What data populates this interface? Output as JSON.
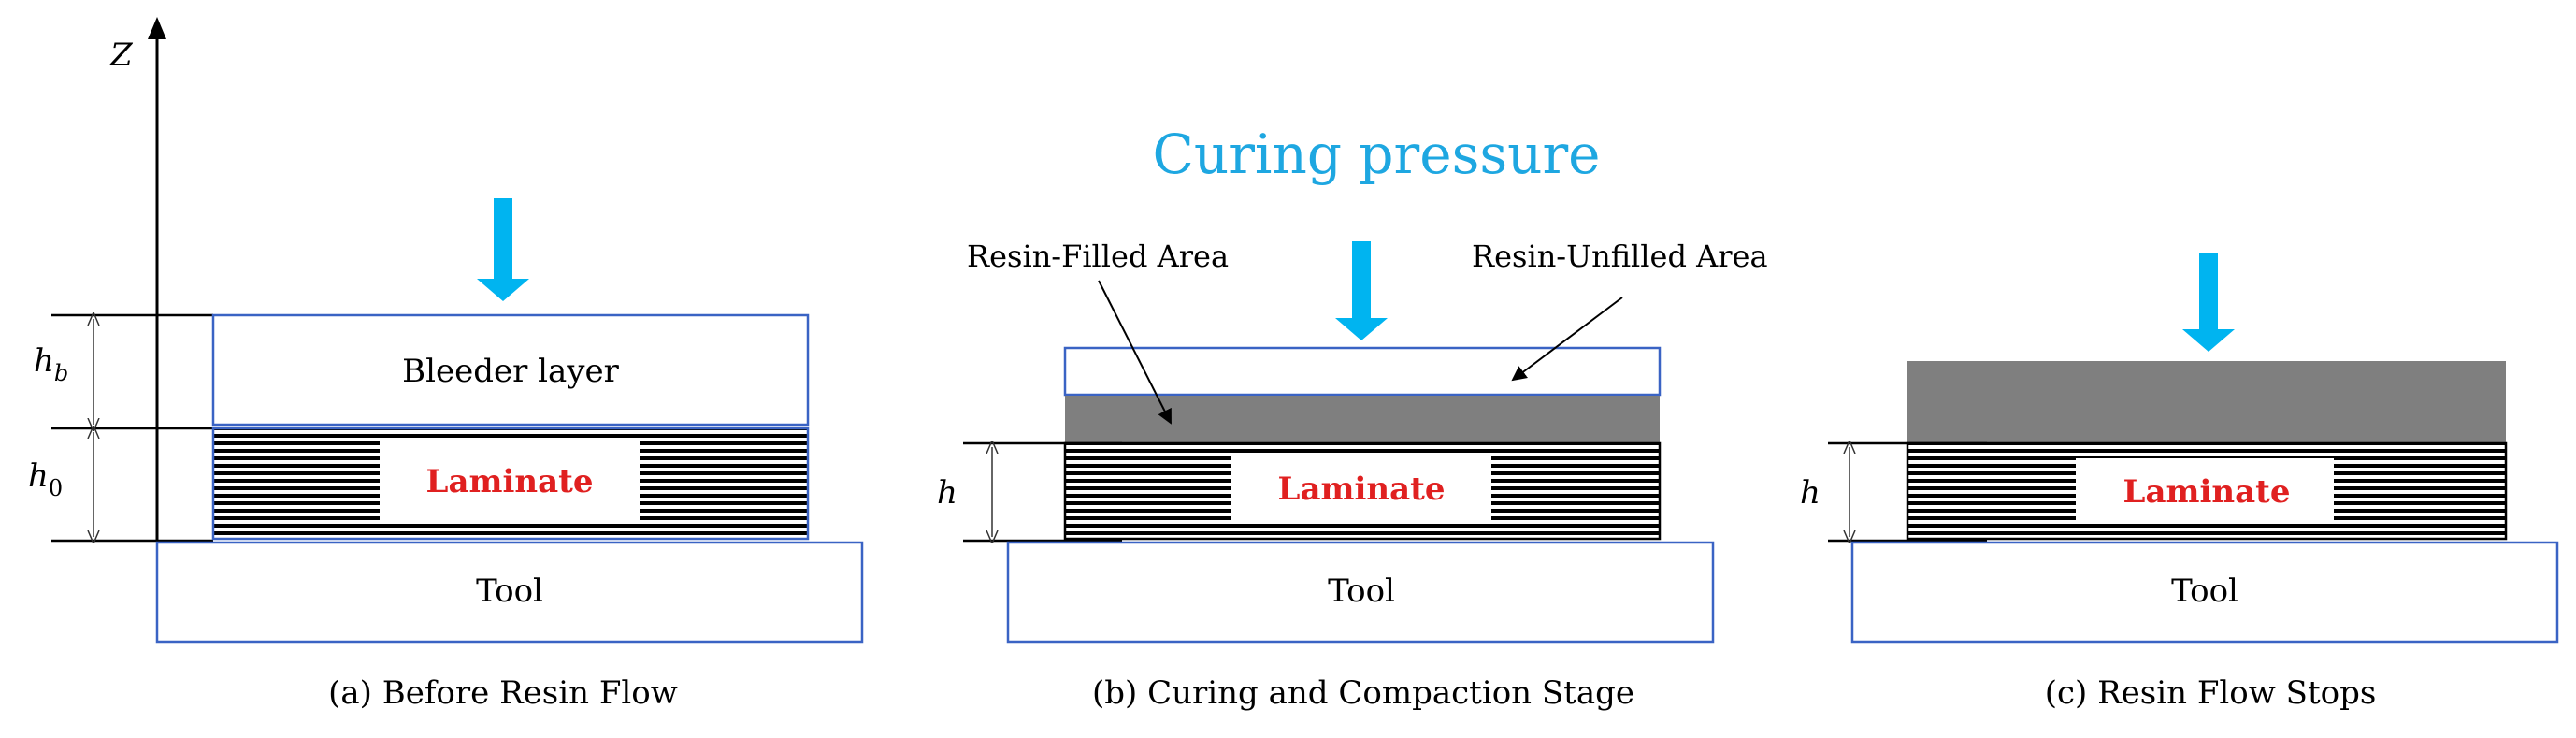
{
  "title": "Curing pressure",
  "panels": {
    "a": {
      "caption": "(a) Before Resin Flow",
      "bleeder_label": "Bleeder layer",
      "laminate_label": "Laminate",
      "tool_label": "Tool"
    },
    "b": {
      "caption": "(b) Curing and Compaction Stage",
      "laminate_label": "Laminate",
      "tool_label": "Tool",
      "filled_label": "Resin-Filled Area",
      "unfilled_label": "Resin-Unfilled Area"
    },
    "c": {
      "caption": "(c) Resin Flow Stops",
      "laminate_label": "Laminate",
      "tool_label": "Tool"
    }
  },
  "axis": {
    "z_label": "Z",
    "hb_label": "h",
    "hb_sub": "b",
    "h0_label": "h",
    "h0_sub": "0",
    "h_label_b": "h",
    "h_label_c": "h"
  },
  "colors": {
    "pressure_arrow": "#00b4f0",
    "box_border": "#3a63c4",
    "resin_fill": "#7f7f7f",
    "title": "#1ea7e1",
    "laminate_text": "#e02020"
  }
}
